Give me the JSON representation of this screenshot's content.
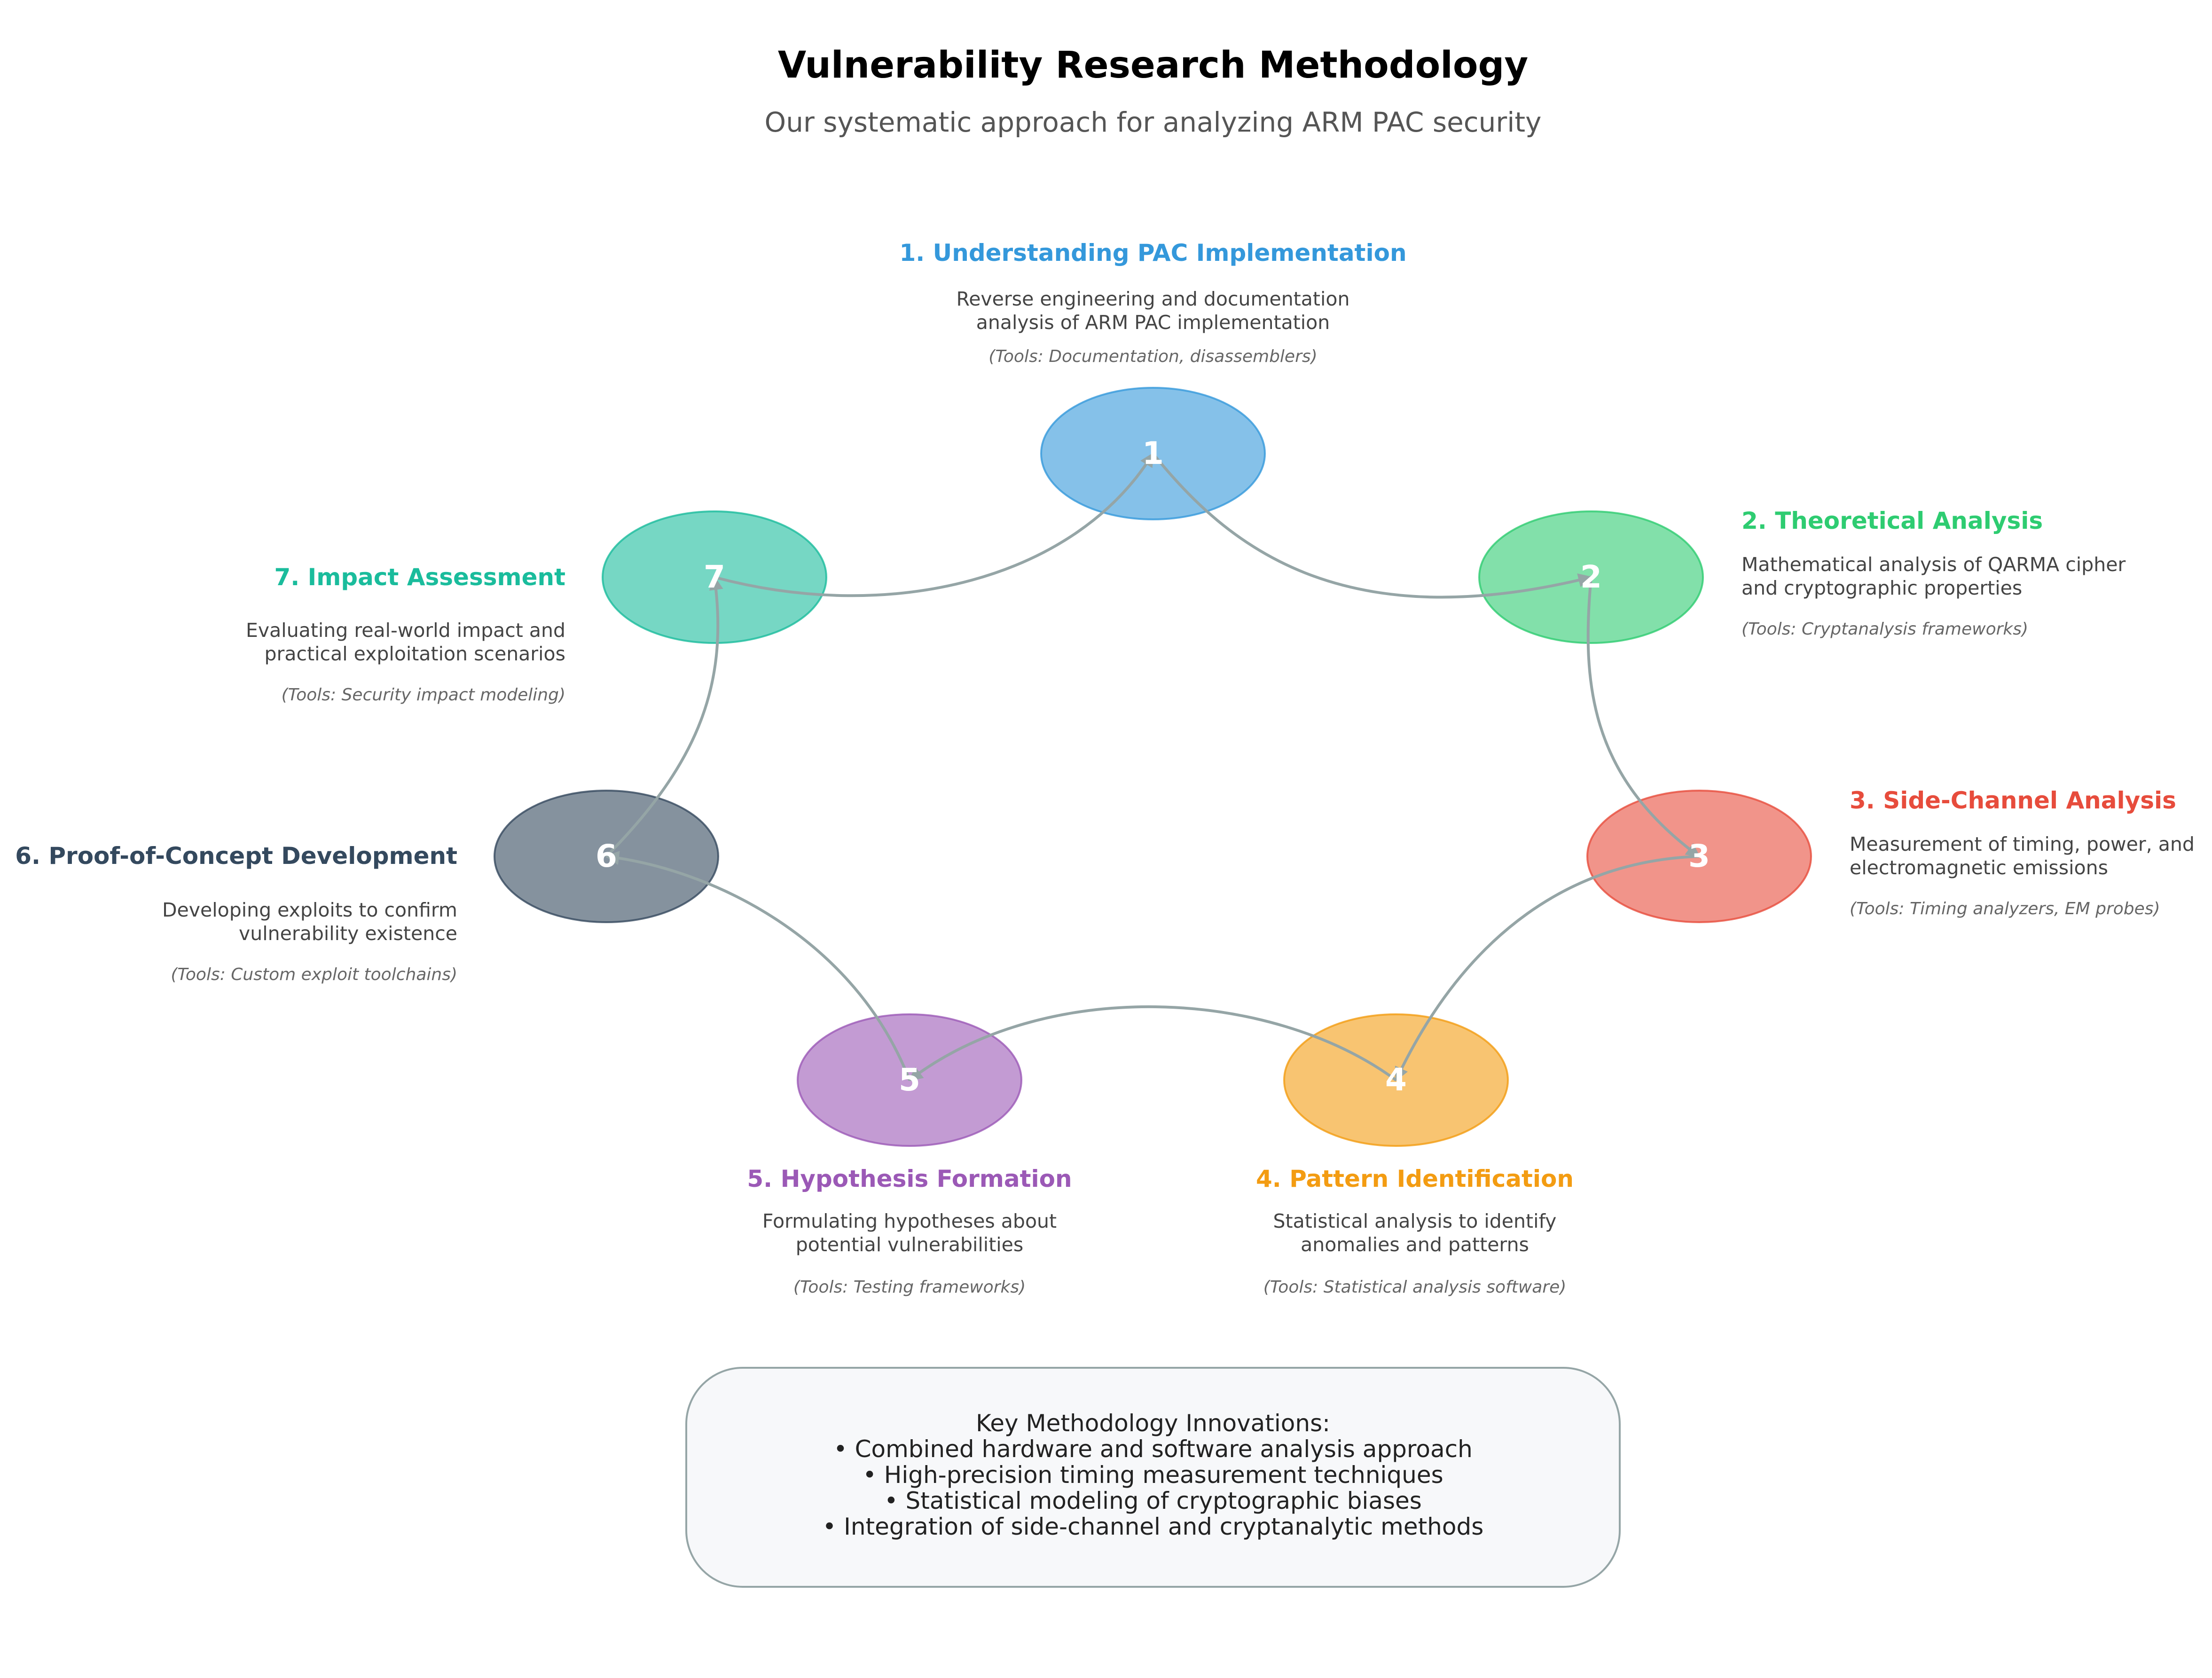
{
  "header": {
    "title": "Vulnerability Research Methodology",
    "subtitle": "Our systematic approach for analyzing ARM PAC security"
  },
  "steps": [
    {
      "num": "1",
      "title": "1. Understanding PAC Implementation",
      "desc": [
        "Reverse engineering and documentation",
        "analysis of ARM PAC implementation"
      ],
      "tools": "(Tools: Documentation, disassemblers)",
      "color": "#3498db"
    },
    {
      "num": "2",
      "title": "2. Theoretical Analysis",
      "desc": [
        "Mathematical analysis of QARMA cipher",
        "and cryptographic properties"
      ],
      "tools": "(Tools: Cryptanalysis frameworks)",
      "color": "#2ecc71"
    },
    {
      "num": "3",
      "title": "3. Side-Channel Analysis",
      "desc": [
        "Measurement of timing, power, and",
        "electromagnetic emissions"
      ],
      "tools": "(Tools: Timing analyzers, EM probes)",
      "color": "#e74c3c"
    },
    {
      "num": "4",
      "title": "4. Pattern Identification",
      "desc": [
        "Statistical analysis to identify",
        "anomalies and patterns"
      ],
      "tools": "(Tools: Statistical analysis software)",
      "color": "#f39c12"
    },
    {
      "num": "5",
      "title": "5. Hypothesis Formation",
      "desc": [
        "Formulating hypotheses about",
        "potential vulnerabilities"
      ],
      "tools": "(Tools: Testing frameworks)",
      "color": "#9b59b6"
    },
    {
      "num": "6",
      "title": "6. Proof-of-Concept Development",
      "desc": [
        "Developing exploits to confirm",
        "vulnerability existence"
      ],
      "tools": "(Tools: Custom exploit toolchains)",
      "color": "#34495e"
    },
    {
      "num": "7",
      "title": "7. Impact Assessment",
      "desc": [
        "Evaluating real-world impact and",
        "practical exploitation scenarios"
      ],
      "tools": "(Tools: Security impact modeling)",
      "color": "#1abc9c"
    }
  ],
  "innovations": {
    "heading": "Key Methodology Innovations:",
    "items": [
      "• Combined hardware and software analysis approach",
      "• High-precision timing measurement techniques",
      "• Statistical modeling of cryptographic biases",
      "• Integration of side-channel and cryptanalytic methods"
    ]
  },
  "connector_color": "#95a5a6"
}
